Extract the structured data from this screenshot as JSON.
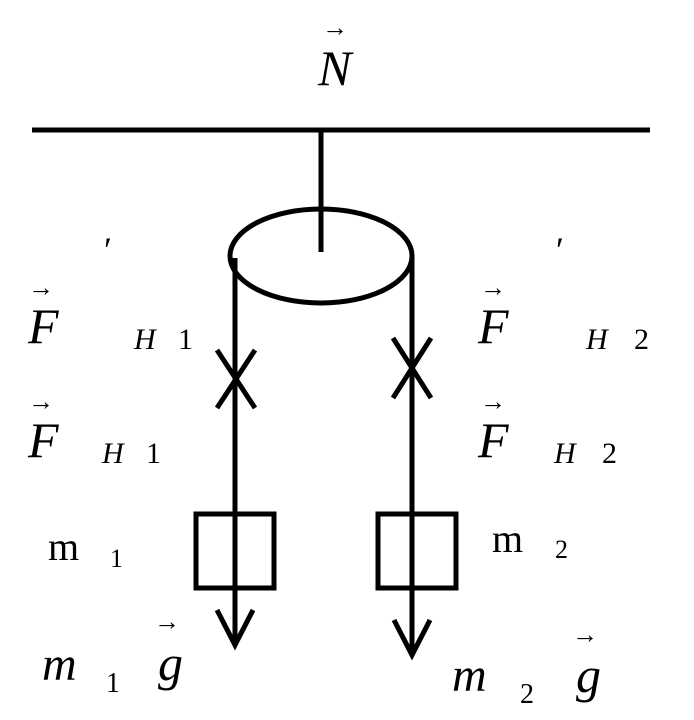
{
  "vec_arrow": "→",
  "prime": "′",
  "normal": {
    "symbol": "N"
  },
  "left": {
    "tension_prime": {
      "symbol": "F",
      "sub_letter": "H",
      "sub_index": "1"
    },
    "tension": {
      "symbol": "F",
      "sub_letter": "H",
      "sub_index": "1"
    },
    "mass": {
      "symbol": "m",
      "sub_index": "1"
    },
    "weight": {
      "symbol": "m",
      "sub_index": "1",
      "g": "g"
    }
  },
  "right": {
    "tension_prime": {
      "symbol": "F",
      "sub_letter": "H",
      "sub_index": "2"
    },
    "tension": {
      "symbol": "F",
      "sub_letter": "H",
      "sub_index": "2"
    },
    "mass": {
      "symbol": "m",
      "sub_index": "2"
    },
    "weight": {
      "symbol": "m",
      "sub_index": "2",
      "g": "g"
    }
  }
}
